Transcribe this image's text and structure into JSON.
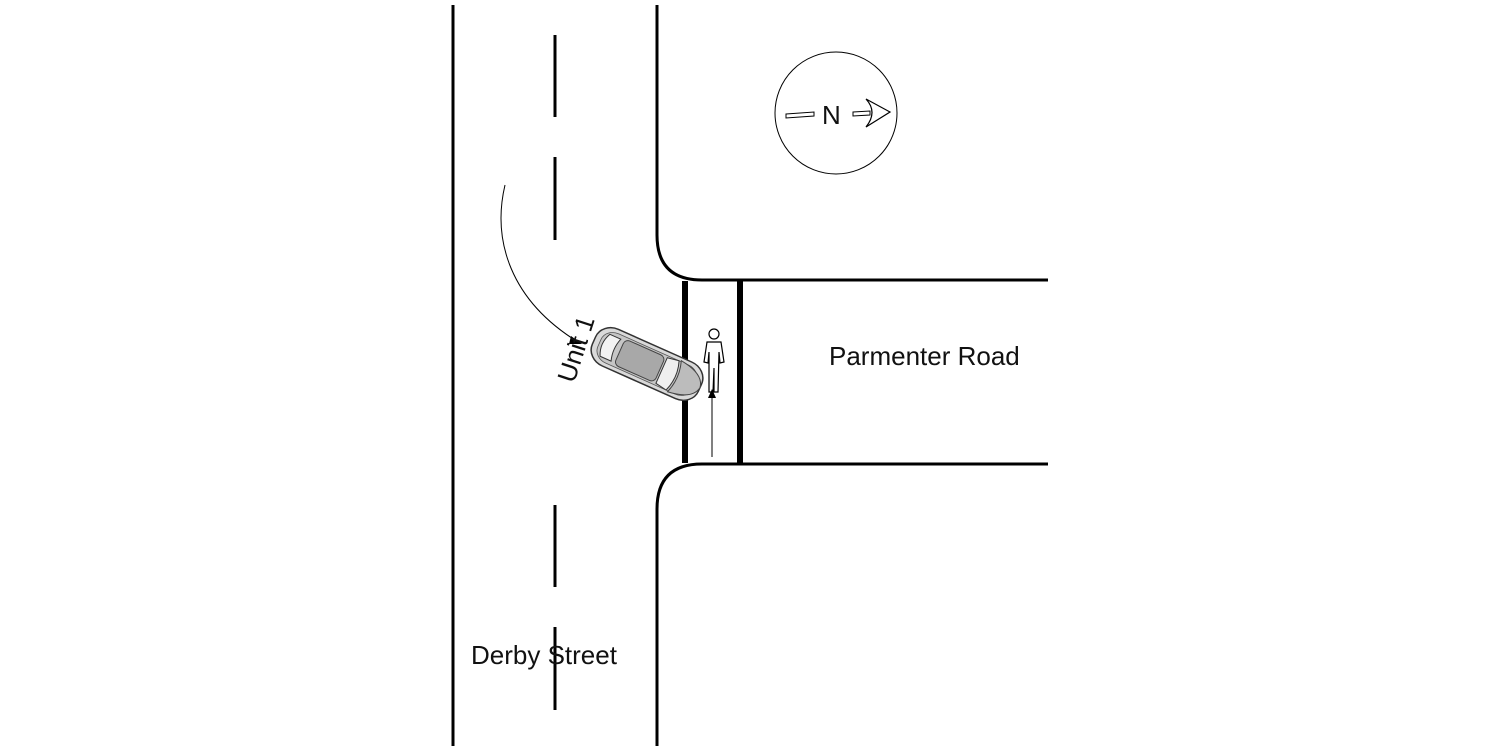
{
  "roads": {
    "main_street_name": "Derby Street",
    "side_road_name": "Parmenter Road"
  },
  "vehicle": {
    "unit_label": "Unit 1",
    "icon": "car-icon",
    "color": "#b8b8b8"
  },
  "pedestrian": {
    "icon": "pedestrian-icon"
  },
  "north_arrow": {
    "label": "N",
    "icon": "north-arrow-icon"
  }
}
